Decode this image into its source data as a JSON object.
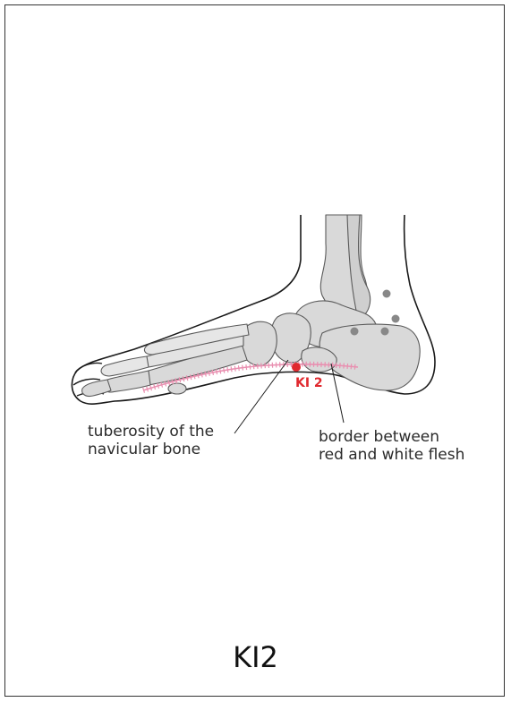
{
  "title": "KI2",
  "point": {
    "label": "KI 2",
    "color": "#e0282e"
  },
  "labels": {
    "tuberosity": {
      "line1": "tuberosity of the",
      "line2": "navicular bone"
    },
    "border": {
      "line1": "border between",
      "line2": "red and white flesh"
    }
  },
  "colors": {
    "bone_fill": "#d9d9d9",
    "bone_stroke": "#5a5a5a",
    "outline": "#1a1a1a",
    "marker_gray": "#888888",
    "flesh_border": "#e98fb0"
  }
}
